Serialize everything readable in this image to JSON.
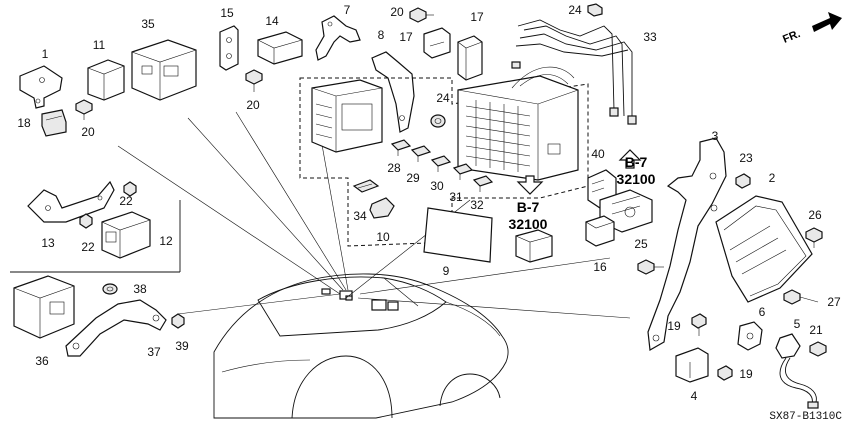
{
  "diagram_code": "SX87-B1310C",
  "direction": "FR.",
  "refs": [
    {
      "section": "B-7",
      "number": "32100"
    },
    {
      "section": "B-7",
      "number": "32100"
    }
  ],
  "callouts": [
    "1",
    "2",
    "3",
    "4",
    "5",
    "6",
    "7",
    "8",
    "9",
    "10",
    "11",
    "12",
    "13",
    "14",
    "15",
    "16",
    "17",
    "17",
    "18",
    "19",
    "19",
    "20",
    "20",
    "20",
    "21",
    "22",
    "22",
    "23",
    "24",
    "24",
    "25",
    "26",
    "27",
    "28",
    "29",
    "30",
    "31",
    "32",
    "33",
    "34",
    "35",
    "36",
    "37",
    "38",
    "39",
    "40"
  ]
}
